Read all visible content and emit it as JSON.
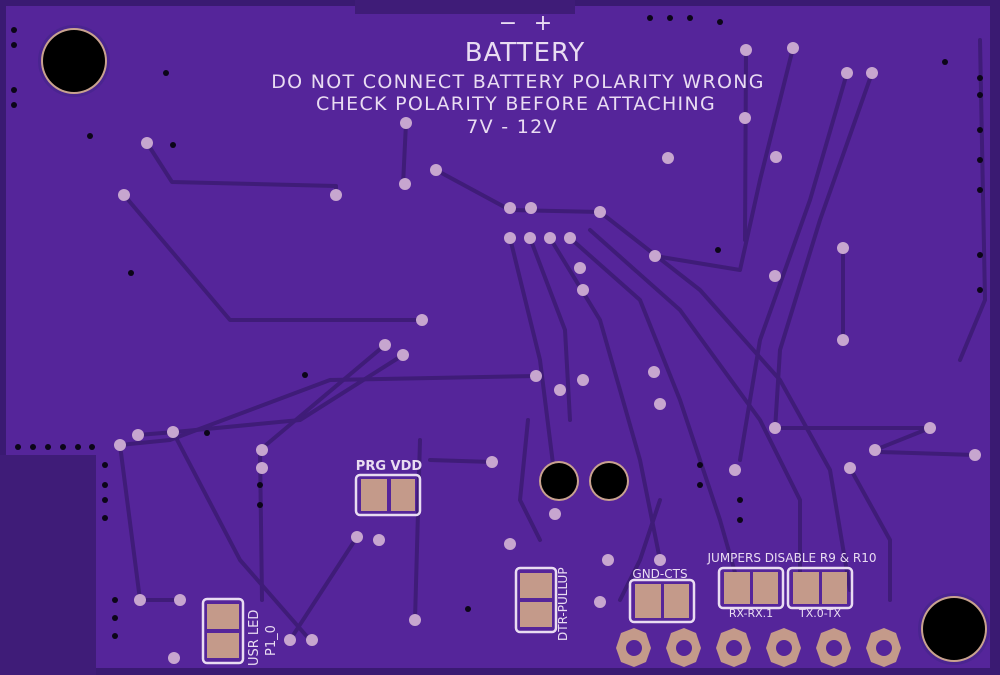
{
  "battery": {
    "minus": "−",
    "plus": "+",
    "title": "BATTERY",
    "warning1": "DO NOT CONNECT BATTERY POLARITY WRONG",
    "warning2": "CHECK POLARITY BEFORE ATTACHING",
    "voltage": "7V - 12V"
  },
  "labels": {
    "prg_vdd": "PRG VDD",
    "dtr_pullup": "DTR-PULLUP",
    "gnd_cts": "GND-CTS",
    "jumpers_note": "JUMPERS DISABLE R9 & R10",
    "rx_rx1": "RX-RX.1",
    "tx0_tx": "TX.0-TX",
    "usr_led": "USR LED",
    "p1_0": "P1_0"
  },
  "colors": {
    "board": "#55259a",
    "trace": "#3f1c78",
    "silkscreen": "#e9dcf2",
    "pad": "#c49a8a"
  },
  "header_pin_count": 6
}
